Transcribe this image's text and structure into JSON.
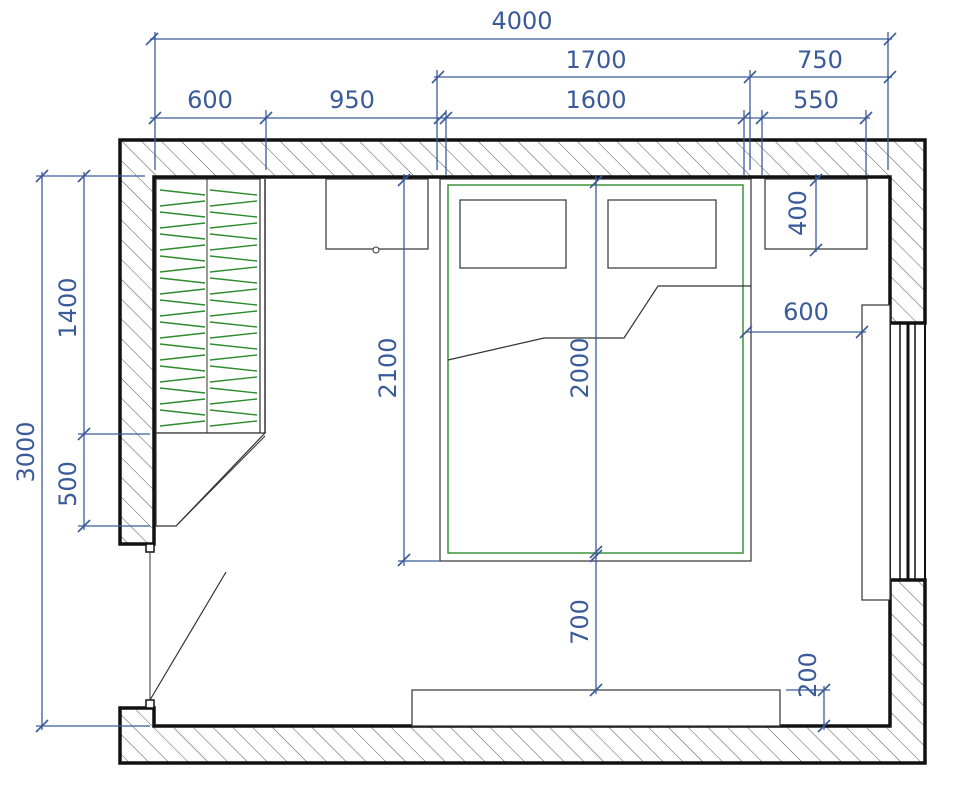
{
  "colors": {
    "dimension": "#3a5a9a",
    "wall": "#111111",
    "hatch": "#555555",
    "furniture_green": "#2e8b2e"
  },
  "dimensions": {
    "overall_width": "4000",
    "bed_zone_width": "1700",
    "right_zone_width": "750",
    "wardrobe_width": "600",
    "gap_width": "950",
    "bed_width": "1600",
    "nightstand_width": "550",
    "nightstand_depth": "400",
    "window_clearance": "600",
    "overall_height": "3000",
    "wardrobe_length": "1400",
    "corner_shelf": "500",
    "bed_zone_length": "2100",
    "bed_length": "2000",
    "aisle_to_chest": "700",
    "chest_depth": "200"
  }
}
